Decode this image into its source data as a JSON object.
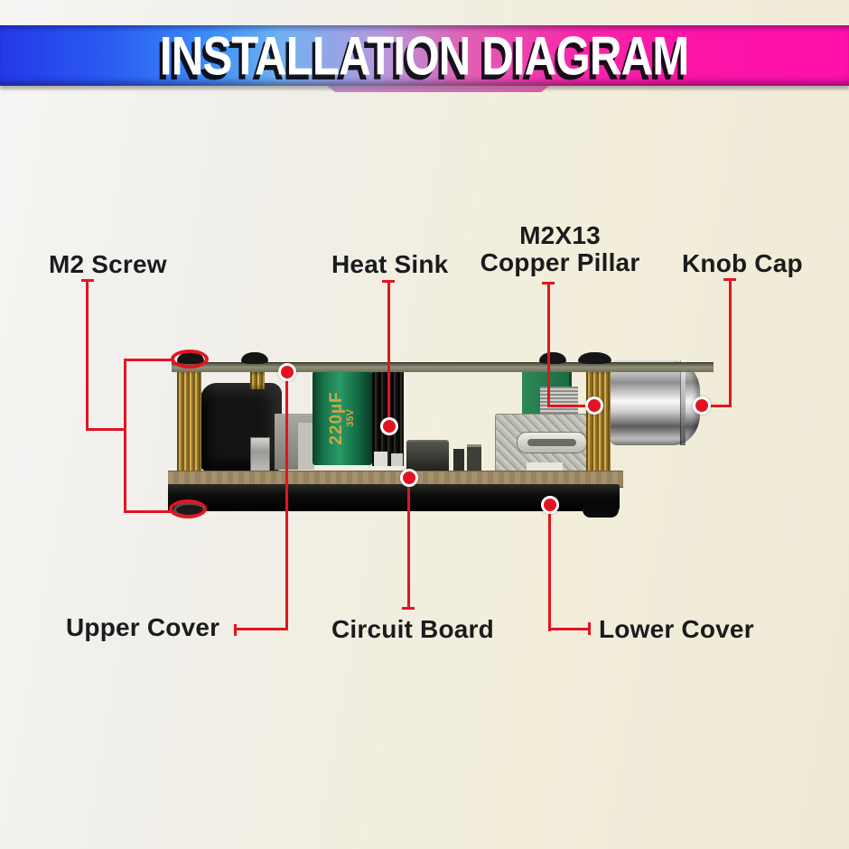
{
  "banner": {
    "title": "INSTALLATION DIAGRAM",
    "gradient_left": "#2742ee",
    "gradient_mid": "#c394dc",
    "gradient_right": "#ff10ab",
    "text_color": "#ffffff"
  },
  "background": {
    "left": "#f5f4f2",
    "right": "#eeead6"
  },
  "annotation": {
    "leader_color": "#e31422",
    "label_color": "#1b1b1d"
  },
  "labels": {
    "m2_screw": "M2 Screw",
    "heat_sink": "Heat Sink",
    "copper_pillar_line1": "M2X13",
    "copper_pillar_line2": "Copper Pillar",
    "knob_cap": "Knob Cap",
    "upper_cover": "Upper Cover",
    "circuit_board": "Circuit Board",
    "lower_cover": "Lower Cover"
  },
  "board": {
    "capacitor_value": "220µF",
    "capacitor_voltage": "35V"
  }
}
